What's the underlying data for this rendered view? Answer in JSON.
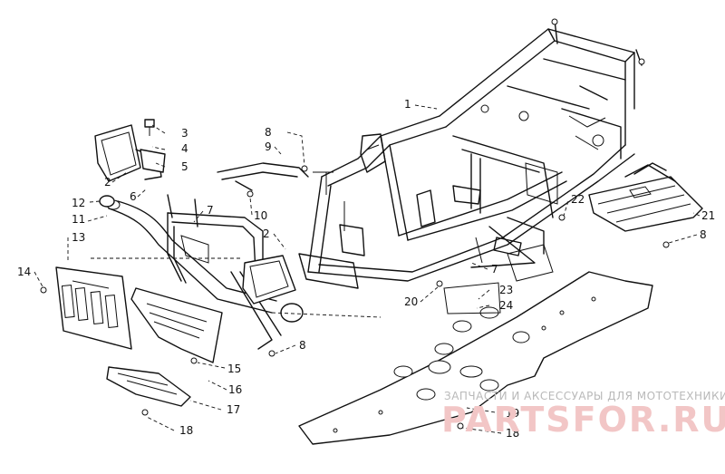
{
  "callouts": [
    {
      "id": "c1",
      "label": "1"
    },
    {
      "id": "c2a",
      "label": "2"
    },
    {
      "id": "c2b",
      "label": "2"
    },
    {
      "id": "c3",
      "label": "3"
    },
    {
      "id": "c4",
      "label": "4"
    },
    {
      "id": "c5",
      "label": "5"
    },
    {
      "id": "c6",
      "label": "6"
    },
    {
      "id": "c7a",
      "label": "7"
    },
    {
      "id": "c7b",
      "label": "7"
    },
    {
      "id": "c8a",
      "label": "8"
    },
    {
      "id": "c8b",
      "label": "8"
    },
    {
      "id": "c8c",
      "label": "8"
    },
    {
      "id": "c9",
      "label": "9"
    },
    {
      "id": "c10",
      "label": "10"
    },
    {
      "id": "c11",
      "label": "11"
    },
    {
      "id": "c12",
      "label": "12"
    },
    {
      "id": "c13",
      "label": "13"
    },
    {
      "id": "c14",
      "label": "14"
    },
    {
      "id": "c15",
      "label": "15"
    },
    {
      "id": "c16",
      "label": "16"
    },
    {
      "id": "c17",
      "label": "17"
    },
    {
      "id": "c18a",
      "label": "18"
    },
    {
      "id": "c18b",
      "label": "18"
    },
    {
      "id": "c19",
      "label": "19"
    },
    {
      "id": "c20",
      "label": "20"
    },
    {
      "id": "c21",
      "label": "21"
    },
    {
      "id": "c22",
      "label": "22"
    },
    {
      "id": "c23",
      "label": "23"
    },
    {
      "id": "c24",
      "label": "24"
    }
  ],
  "watermark": {
    "tagline": "ЗАПЧАСТИ И АКСЕССУАРЫ ДЛЯ МОТОТЕХНИКИ",
    "brand": "PARTSFOR.RU"
  }
}
